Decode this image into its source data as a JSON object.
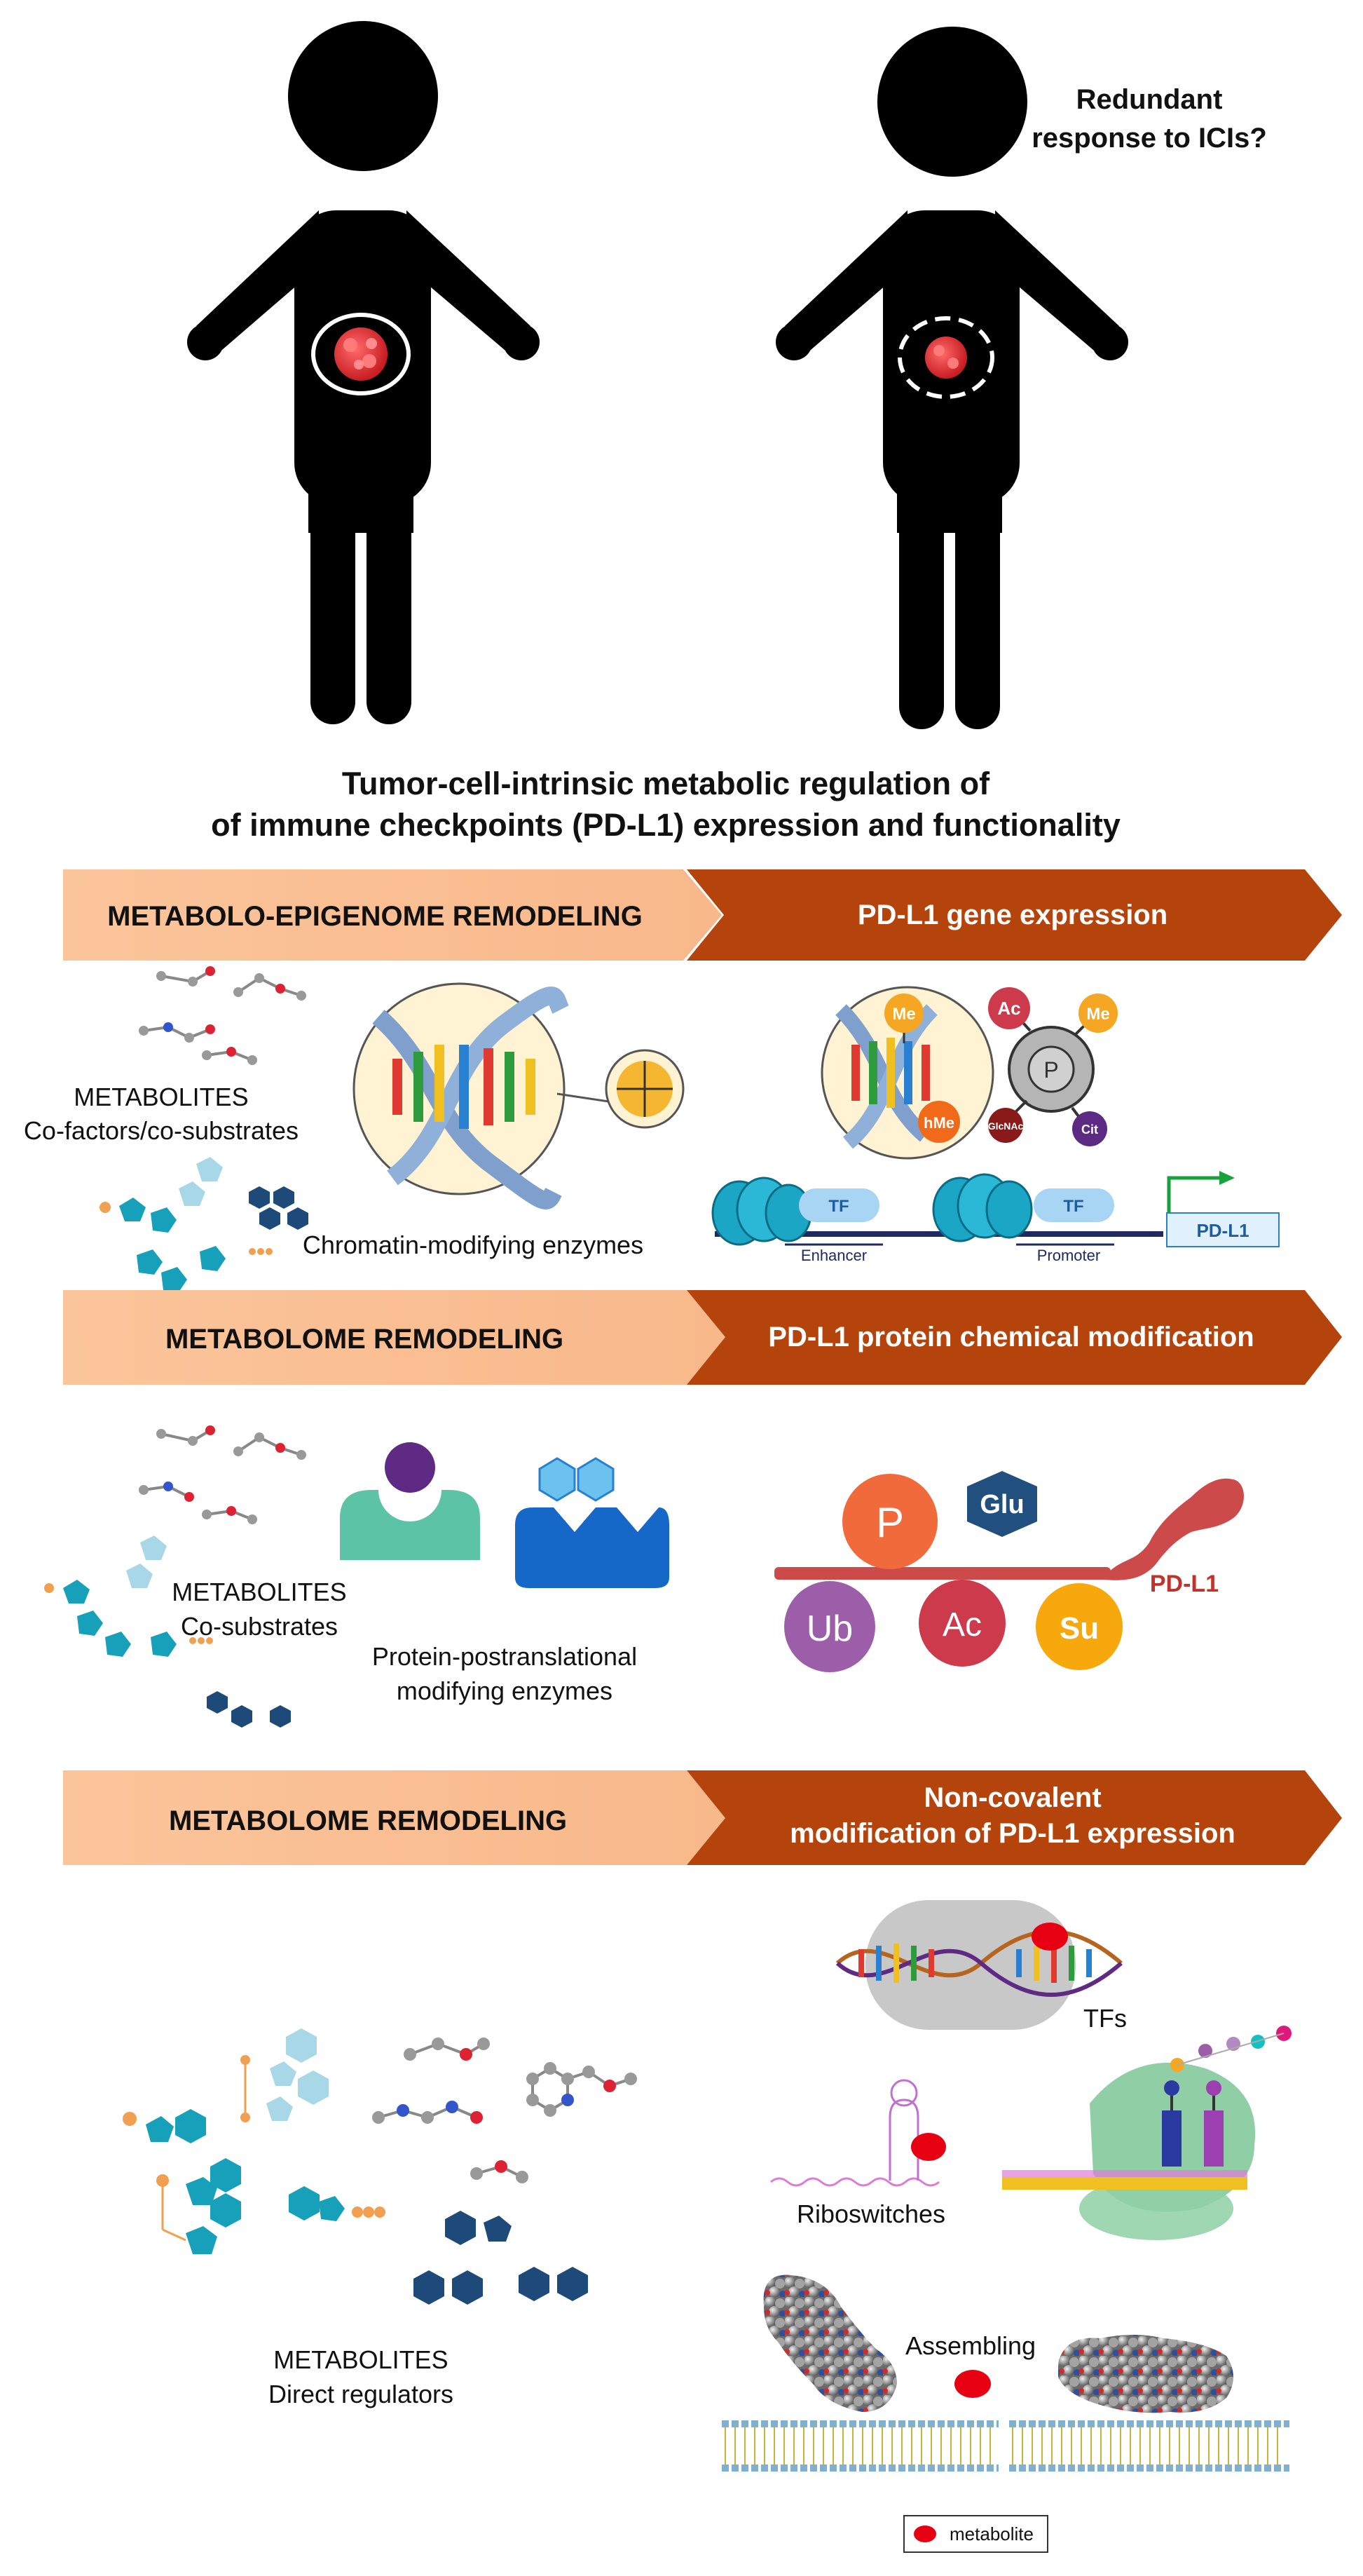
{
  "question": {
    "line1": "Redundant",
    "line2": "response to ICIs?"
  },
  "title": {
    "line1": "Tumor-cell-intrinsic metabolic regulation of",
    "line2": "of immune checkpoints (PD-L1) expression and functionality"
  },
  "row1": {
    "left_banner": "METABOLO-EPIGENOME REMODELING",
    "right_banner": "PD-L1 gene expression",
    "metabolites_line1": "METABOLITES",
    "metabolites_line2": "Co-factors/co-substrates",
    "enzymes_label": "Chromatin-modifying  enzymes",
    "marks": {
      "me1": "Me",
      "me2": "Me",
      "hme": "hMe",
      "ac": "Ac",
      "p": "P",
      "glcnac": "GlcNAc",
      "cit": "Cit"
    },
    "tf1": "TF",
    "tf2": "TF",
    "enhancer": "Enhancer",
    "promoter": "Promoter",
    "gene": "PD-L1"
  },
  "row2": {
    "left_banner": "METABOLOME REMODELING",
    "right_banner": "PD-L1 protein chemical modification",
    "metabolites_line1": "METABOLITES",
    "metabolites_line2": "Co-substrates",
    "enzymes_line1": "Protein-postranslational",
    "enzymes_line2": "modifying  enzymes",
    "mods": {
      "p": "P",
      "glu": "Glu",
      "ub": "Ub",
      "ac": "Ac",
      "su": "Su"
    },
    "protein_label": "PD-L1"
  },
  "row3": {
    "left_banner": "METABOLOME REMODELING",
    "right_banner_line1": "Non-covalent",
    "right_banner_line2": "modification of PD-L1 expression",
    "metabolites_line1": "METABOLITES",
    "metabolites_line2": "Direct regulators",
    "tfs_label": "TFs",
    "riboswitches_label": "Riboswitches",
    "assembling_label": "Assembling",
    "legend_label": "metabolite"
  },
  "colors": {
    "silhouette": "#000000",
    "tumor": "#e8363a",
    "left_banner": "#fbc59b",
    "right_banner": "#b5430c",
    "metabolite_red": "#e60012",
    "mark_me": "#f5a623",
    "mark_ac": "#cc3a4c",
    "mark_ub": "#9c5ea8",
    "mark_glu": "#21507e",
    "mark_p": "#f06a3b",
    "mark_su": "#f7a80d",
    "teal": "#16a0b9",
    "navy": "#1e4a7a"
  }
}
